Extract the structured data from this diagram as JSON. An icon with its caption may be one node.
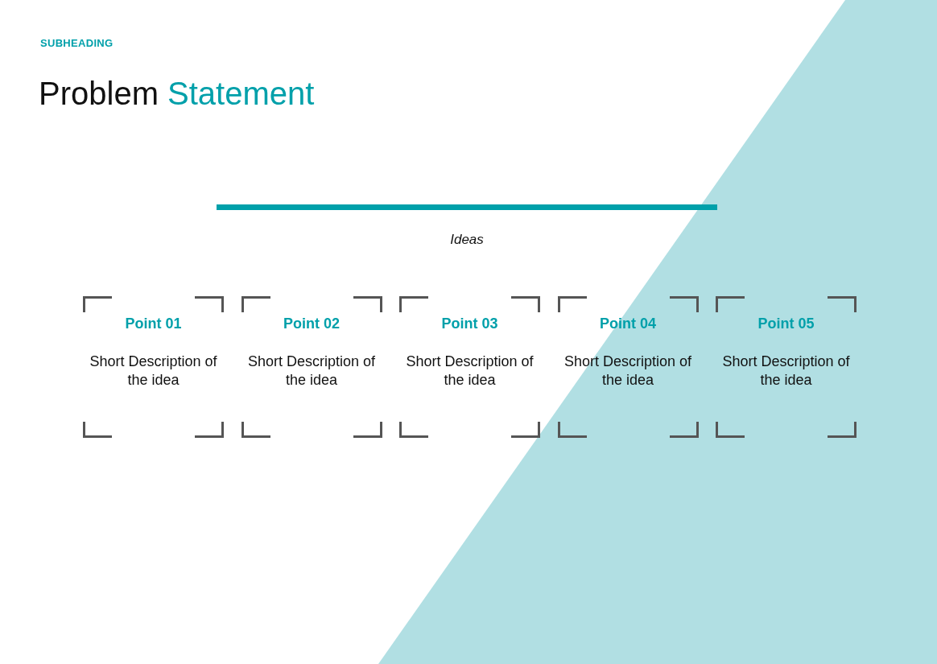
{
  "diagram": {
    "title": "Problem Statement",
    "nodes": [
      {
        "text": [
          "Point 01",
          "Short Description of the idea"
        ]
      },
      {
        "text": [
          "Point 02",
          "Short Description of the idea"
        ]
      },
      {
        "text": [
          "Point 03",
          "Short Description of the idea"
        ]
      },
      {
        "text": [
          "Point 04",
          "Short Description of the idea"
        ]
      },
      {
        "text": [
          "Point 05",
          "Short Description of the idea"
        ]
      }
    ],
    "labels": [
      "SUBHEADING",
      "Ideas"
    ]
  }
}
